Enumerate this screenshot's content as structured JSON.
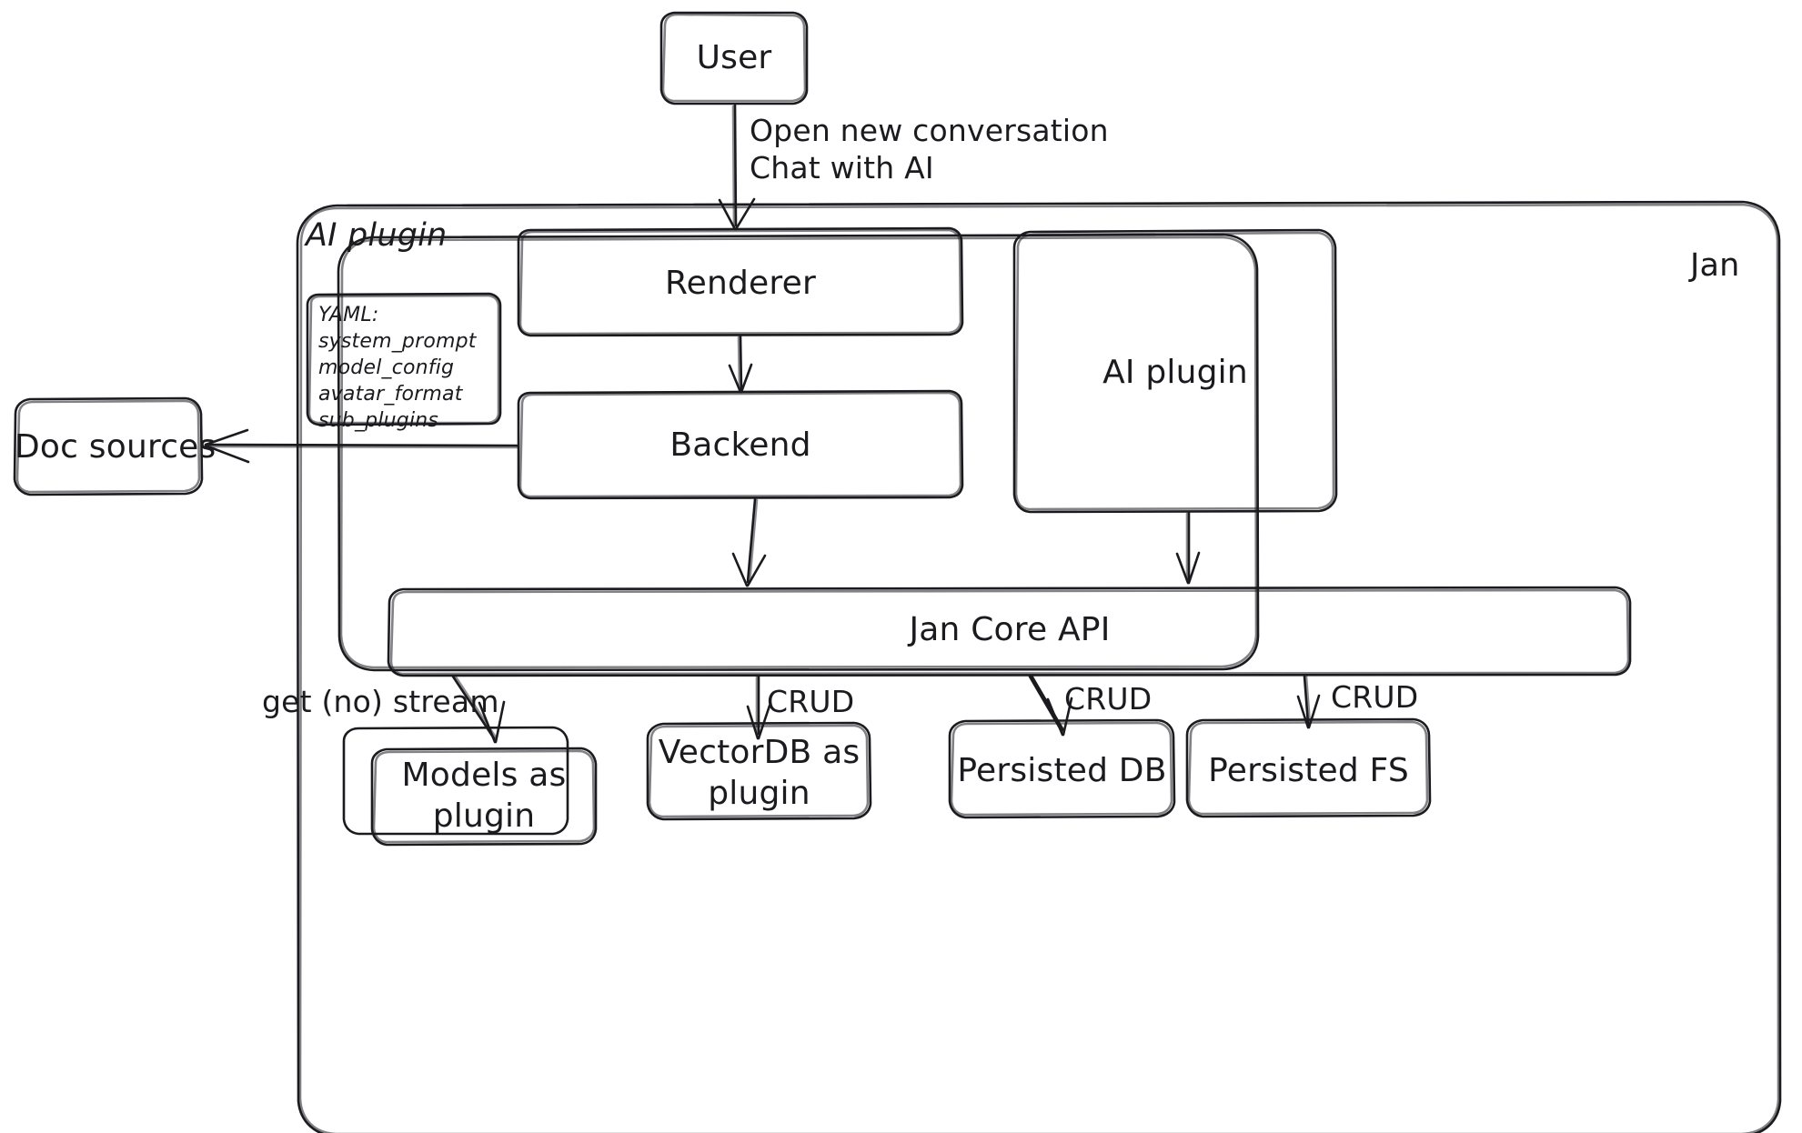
{
  "diagram": {
    "title_label": "Jan",
    "style": {
      "stroke": "#1b1b1f",
      "background": "#ffffff",
      "fill": "transparent"
    }
  },
  "groups": [
    {
      "id": "jan",
      "label": "Jan"
    },
    {
      "id": "ai-plugin-group",
      "label": "AI plugin"
    }
  ],
  "nodes": {
    "user": {
      "label": "User"
    },
    "renderer": {
      "label": "Renderer"
    },
    "backend": {
      "label": "Backend"
    },
    "ai_plugin_right": {
      "label": "AI plugin"
    },
    "doc_sources": {
      "label": "Doc sources"
    },
    "jan_core_api": {
      "label": "Jan Core API"
    },
    "models_plugin": {
      "label": "Models as\nplugin"
    },
    "vectordb_plugin": {
      "label": "VectorDB as\nplugin"
    },
    "persisted_db": {
      "label": "Persisted DB"
    },
    "persisted_fs": {
      "label": "Persisted FS"
    }
  },
  "yaml_note": {
    "title": "YAML:",
    "lines": [
      "system_prompt",
      "model_config",
      "avatar_format",
      "sub_plugins"
    ],
    "full_text": "YAML:\nsystem_prompt\nmodel_config\navatar_format\nsub_plugins"
  },
  "edge_labels": {
    "user_to_renderer": "Open new conversation\nChat with AI",
    "models": "get (no) stream",
    "vectordb": "CRUD",
    "persisted_db": "CRUD",
    "persisted_fs": "CRUD"
  },
  "edges": [
    {
      "from": "user",
      "to": "renderer",
      "label": "Open new conversation\nChat with AI"
    },
    {
      "from": "renderer",
      "to": "backend",
      "label": ""
    },
    {
      "from": "backend",
      "to": "doc_sources",
      "label": ""
    },
    {
      "from": "backend",
      "to": "jan_core_api",
      "label": ""
    },
    {
      "from": "ai_plugin_right",
      "to": "jan_core_api",
      "label": ""
    },
    {
      "from": "jan_core_api",
      "to": "models_plugin",
      "label": "get (no) stream"
    },
    {
      "from": "jan_core_api",
      "to": "vectordb_plugin",
      "label": "CRUD"
    },
    {
      "from": "jan_core_api",
      "to": "persisted_db",
      "label": "CRUD"
    },
    {
      "from": "jan_core_api",
      "to": "persisted_fs",
      "label": "CRUD"
    }
  ]
}
